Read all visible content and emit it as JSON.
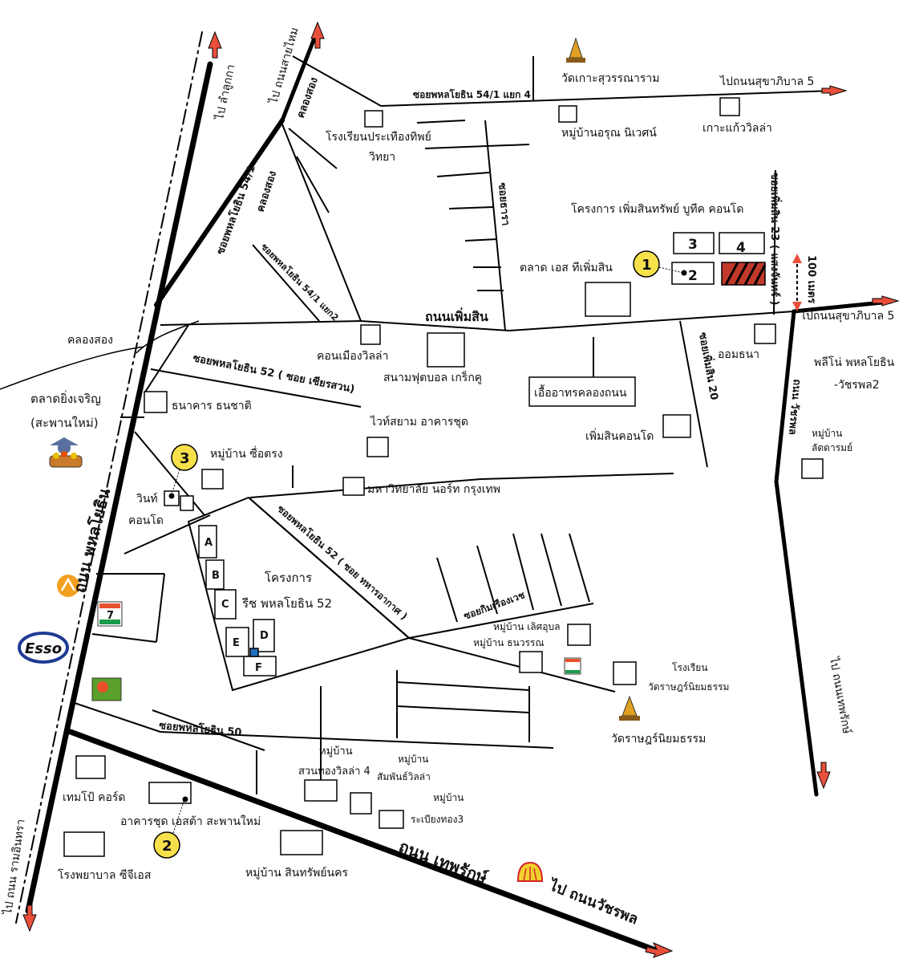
{
  "directions": {
    "lam_luk_ka": "ไป ลำลูกกา",
    "sai_mai_road": "ไป ถนนสายไหม",
    "sukhaphiban5_top": "ไปถนนสุขาภิบาล 5",
    "sukhaphiban5_right": "ไปถนนสุขาภิบาล 5",
    "ram_intra": "ไป ถนน รามอินทรา",
    "watcharaphon": "ไป ถนนวัชรพล",
    "theparak": "ไป ถนนเทพรักษ์"
  },
  "roads": {
    "phahon": "ถนน พหลโยธิน",
    "phoemsin": "ถนนเพิ่มสิน",
    "theparak": "ถนน เทพรักษ์",
    "watcharaphon": "ถนน วัชรพล",
    "soi_54_1_y4": "ซอยพหลโยธิน 54/1 แยก 4",
    "soi_54_1": "ซอยพหลโยธิน 54/1",
    "soi_54_1_y2": "ซอยพหลโยธิน 54/1 แยก2",
    "soi_52_sian": "ซอยพหลโยธิน 52 ( ซอย เซียรสวน)",
    "soi_52_thahan": "ซอยพหลโยธิน 52 ( ซอย ทหารอากาศ )",
    "soi_50": "ซอยพหลโยธิน 50",
    "soi_thara": "ซอยธารา",
    "soi_phoemsin23": "ซอยเพิ่มสิน 23 ( แสงจันทร์ )",
    "soi_phoemsin20": "ซอยเพิ่มสิน 20",
    "soi_kinruangwet": "ซอยกิมเรืองเวช",
    "khlong_song_1": "คลองสอง",
    "khlong_song_2": "คลองสอง",
    "khlong_song_3": "คลองสอง",
    "distance": "100 เมตร"
  },
  "places": {
    "wat_ko": "วัดเกาะสุวรรณาราม",
    "school_pra_line1": "โรงเรียนประเทืองทิพย์",
    "school_pra_line2": "วิทยา",
    "aroon": "หมู่บ้านอรุณ นิเวศน์",
    "ko_kaew": "เกาะแก้ววิลล่า",
    "project": "โครงการ เพิ่มสินทรัพย์ บูทีค คอนโด",
    "market_es": "ตลาด เอส ทีเพิ่มสิน",
    "muang_villa": "คอนเมืองวิลล่า",
    "football": "สนามฟุตบอล เกร็กคู",
    "uea_athorn": "เอื้ออาทรคลองถนน",
    "omthana": "ออมธนา",
    "pleno_line1": "พลีโน่ พหลโยธิน",
    "pleno_line2": "-วัชรพล2",
    "lat_darom_line1": "หมู่บ้าน",
    "lat_darom_line2": "ลัดดารมย์",
    "market_ying_line1": "ตลาดยิ่งเจริญ",
    "market_ying_line2": "(สะพานใหม่)",
    "thanachart": "ธนาคาร ธนชาติ",
    "white_siam": "ไวท์สยาม อาคารชุด",
    "phoemsin_condo": "เพิ่มสินคอนโด",
    "sue_trong": "หมู่บ้าน ซื่อตรง",
    "win_line1": "วินท์",
    "win_line2": "คอนโด",
    "north_bkk_uni": "มหาวิทยาลัย นอร์ท กรุงเทพ",
    "rich_line1": "โครงการ",
    "rich_line2": "รีช พหลโยธิน 52",
    "loet_udom": "หมู่บ้าน เลิศอุบล",
    "thanawan": "หมู่บ้าน ธนวรรณ",
    "school_wat_line1": "โรงเรียน",
    "school_wat_line2": "วัดราษฎร์นิยมธรรม",
    "wat_rat": "วัดราษฎร์นิยมธรรม",
    "suan_thong_line1": "หมู่บ้าน",
    "suan_thong_line2": "สวนทองวิลล่า 4",
    "samphan_line1": "หมู่บ้าน",
    "samphan_line2": "สัมพันธ์วิลล่า",
    "rabiang_line1": "หมู่บ้าน",
    "rabiang_line2": "ระเบียงทอง3",
    "tempo": "เทมโป้ คอร์ด",
    "condo_s": "อาคารชุด เอสต้า สะพานใหม่",
    "hospital": "โรงพยาบาล ซีจีเอส",
    "sinsap": "หมู่บ้าน สินทรัพย์นคร"
  },
  "markers": {
    "m1": "1",
    "m2": "2",
    "m3": "3",
    "b2": "2",
    "b3": "3",
    "b4": "4",
    "blk_a": "A",
    "blk_b": "B",
    "blk_c": "C",
    "blk_d": "D",
    "blk_e": "E",
    "blk_f": "F",
    "esso": "Esso",
    "seven": "7"
  },
  "colors": {
    "marker_yellow": "#f7e14b",
    "arrow_red": "#e8503c",
    "site_red": "#c0392b",
    "esso_blue": "#1f3a93",
    "esso_red": "#d4252b"
  }
}
